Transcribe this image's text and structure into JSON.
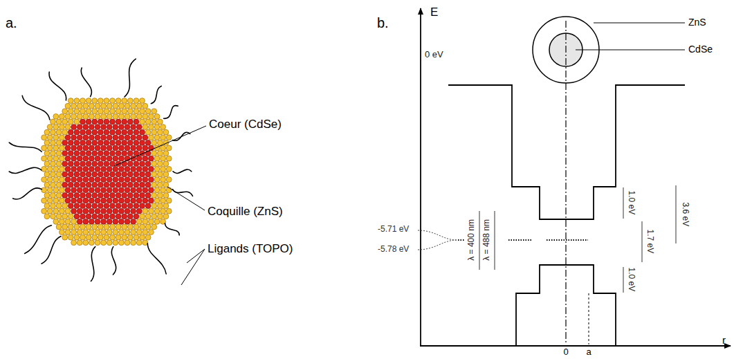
{
  "diagram": {
    "labels": [
      "a.",
      "Coeur (CdSe)",
      "Coquille (ZnS)",
      "Ligands (TOPO)",
      "b.",
      "E",
      "ZnS",
      "CdSe",
      "0 eV",
      "1.0 eV",
      "3.6 eV",
      "-5.71 eV",
      "-5.78 eV",
      "λ = 400 nm",
      "λ = 488 nm",
      "1.7 eV",
      "1.0 eV",
      "0",
      "a",
      "r"
    ]
  }
}
